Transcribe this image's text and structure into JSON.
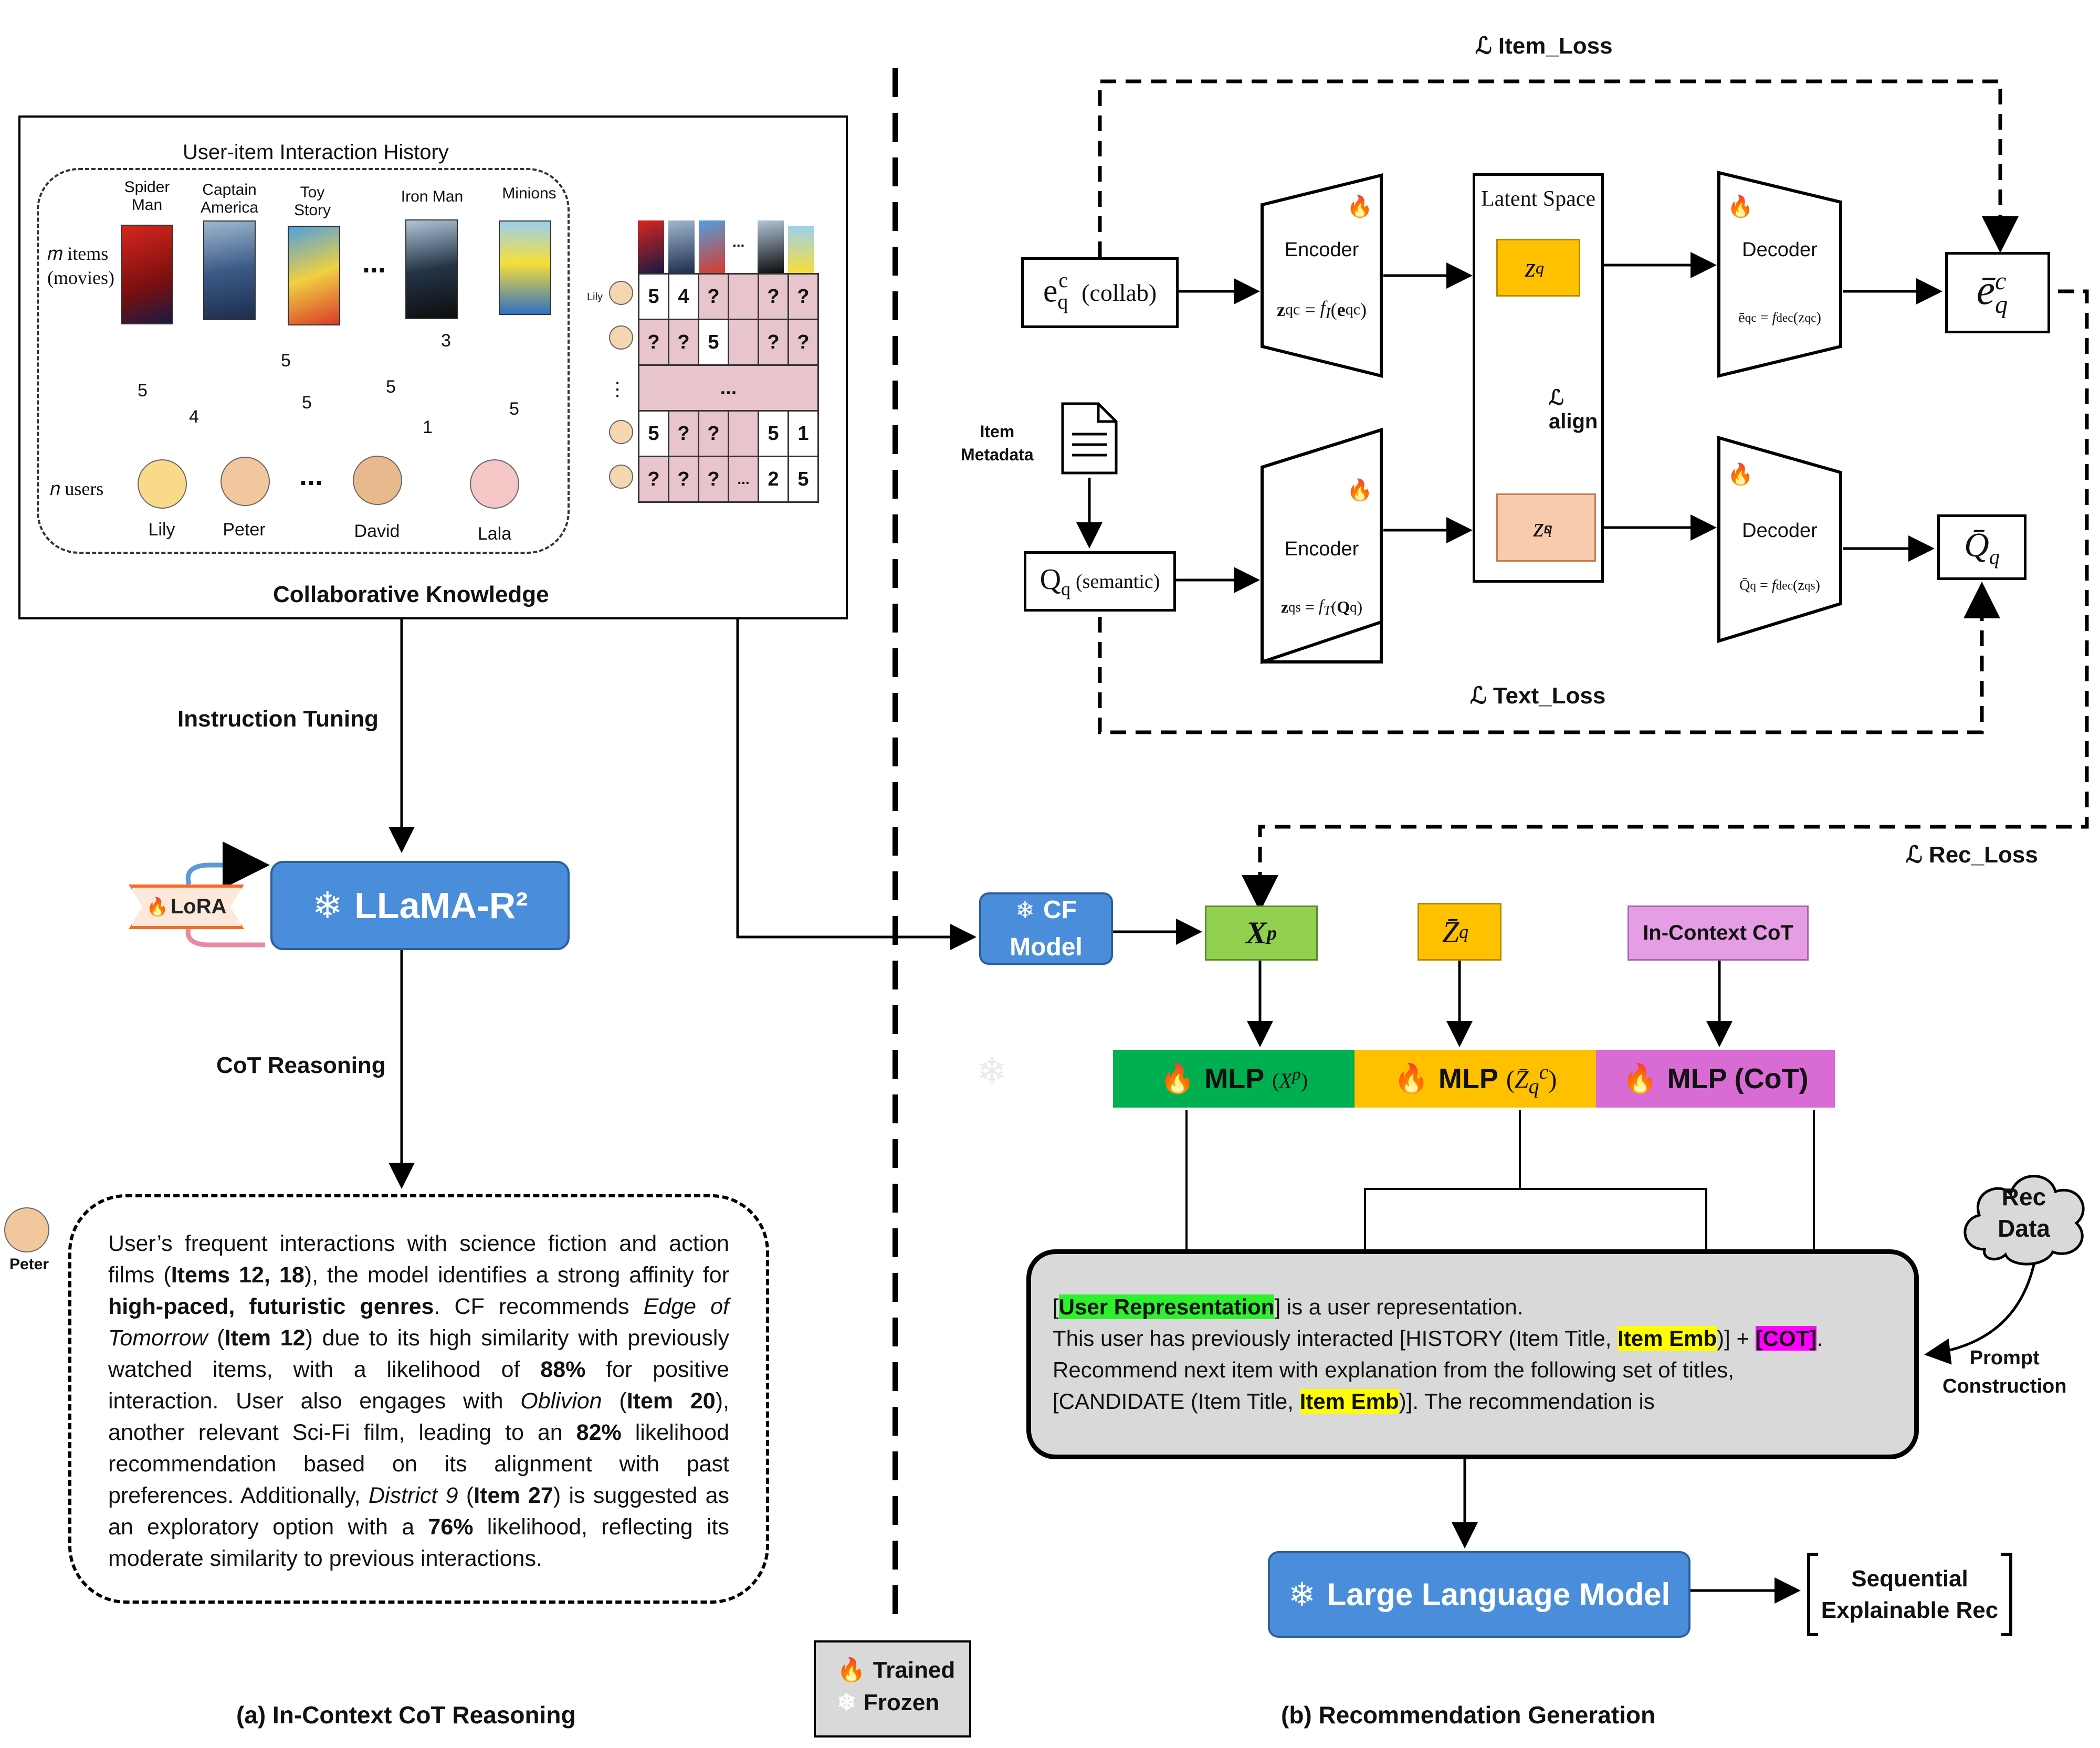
{
  "left": {
    "ui_history_title": "User-item Interaction History",
    "m_items_label": "m items (movies)",
    "m_items_line1": "𝑚 items",
    "m_items_line2": "(movies)",
    "n_users_label": "𝑛 users",
    "movies": [
      "Spider Man",
      "Captain America",
      "Toy Story",
      "Iron Man",
      "Minions"
    ],
    "movie_lines": [
      [
        "Spider",
        "Man"
      ],
      [
        "Captain",
        "America"
      ],
      [
        "Toy",
        "Story"
      ],
      [
        "Iron Man"
      ],
      [
        "Minions"
      ]
    ],
    "ellipsis": "...",
    "users": [
      "Lily",
      "Peter",
      "David",
      "Lala"
    ],
    "edge_ratings": [
      "5",
      "4",
      "5",
      "5",
      "5",
      "1",
      "3",
      "5"
    ],
    "matrix": {
      "user_labels": [
        "Lily"
      ],
      "col_ellipsis": "...",
      "row_ellipsis": "⋮",
      "rows": [
        [
          "5",
          "4",
          "?",
          "",
          "?",
          "?"
        ],
        [
          "?",
          "?",
          "5",
          "",
          "?",
          "?"
        ],
        [
          "",
          "",
          "",
          "...",
          "",
          ""
        ],
        [
          "5",
          "?",
          "?",
          "",
          "5",
          "1"
        ],
        [
          "?",
          "?",
          "?",
          "",
          "2",
          "5"
        ]
      ]
    },
    "collab_knowledge": "Collaborative Knowledge",
    "instruction_tuning": "Instruction Tuning",
    "lora": "LoRA",
    "llama": "LLaMA-R²",
    "cot_reasoning": "CoT Reasoning",
    "peter_label": "Peter",
    "cot_text": [
      {
        "t": "User’s frequent interactions with science fiction and action films (",
        "s": "n"
      },
      {
        "t": "Items 12, 18",
        "s": "b"
      },
      {
        "t": "), the model identifies a strong affinity for ",
        "s": "n"
      },
      {
        "t": "high-paced, futuristic genres",
        "s": "b"
      },
      {
        "t": ". CF recommends ",
        "s": "n"
      },
      {
        "t": "Edge of Tomorrow",
        "s": "i"
      },
      {
        "t": " (",
        "s": "n"
      },
      {
        "t": "Item 12",
        "s": "b"
      },
      {
        "t": ") due to its high similarity with previously watched items, with a likelihood of ",
        "s": "n"
      },
      {
        "t": "88%",
        "s": "b"
      },
      {
        "t": " for positive interaction. User also engages with ",
        "s": "n"
      },
      {
        "t": "Oblivion",
        "s": "i"
      },
      {
        "t": " (",
        "s": "n"
      },
      {
        "t": "Item 20",
        "s": "b"
      },
      {
        "t": "), another relevant Sci-Fi film, leading to an ",
        "s": "n"
      },
      {
        "t": "82%",
        "s": "b"
      },
      {
        "t": " likelihood recommendation based on its alignment with past preferences. Additionally, ",
        "s": "n"
      },
      {
        "t": "District 9",
        "s": "i"
      },
      {
        "t": " (",
        "s": "n"
      },
      {
        "t": "Item 27",
        "s": "b"
      },
      {
        "t": ") is suggested as an exploratory option with a ",
        "s": "n"
      },
      {
        "t": "76%",
        "s": "b"
      },
      {
        "t": " likelihood, reflecting its moderate similarity to previous interactions.",
        "s": "n"
      }
    ],
    "caption": "(a)   In-Context CoT Reasoning"
  },
  "right": {
    "item_loss": "ℒ  Item_Loss",
    "text_loss": "ℒ  Text_Loss",
    "rec_loss": "ℒ  Rec_Loss",
    "align": "ℒ align",
    "latent_space": "Latent Space",
    "encoder": "Encoder",
    "decoder": "Decoder",
    "eq_collab_suffix": "(collab)",
    "qq_semantic_suffix": "(semantic)",
    "item_metadata_line1": "Item",
    "item_metadata_line2": "Metadata",
    "item_metadata": "Item Metadata",
    "cf_model_line1": "CF",
    "cf_model_line2": "Model",
    "cf_model": "CF Model",
    "in_context_cot": "In-Context CoT",
    "mlp_xp": "MLP",
    "mlp_zq": "MLP",
    "mlp_cot": "MLP (CoT)",
    "rec_data_line1": "Rec",
    "rec_data_line2": "Data",
    "rec_data": "Rec Data",
    "prompt_construction_line1": "Prompt",
    "prompt_construction_line2": "Construction",
    "prompt_construction": "Prompt Construction",
    "prompt": {
      "p1a": "[",
      "user_rep": "User Representation",
      "p1b": "] is a user representation.",
      "p2a": "This user has previously interacted [HISTORY (Item Title, ",
      "item_emb": "Item Emb",
      "p2b": ")] + ",
      "cot": "[COT]",
      "p2c": ".",
      "p3": "Recommend next item with explanation from the following set of titles,",
      "p4a": "[CANDIDATE (Item Title, ",
      "p4b": ")]. The recommendation is"
    },
    "llm": "Large Language Model",
    "output_line1": "Sequential",
    "output_line2": "Explainable Rec",
    "output": "Sequential Explainable Rec",
    "caption": "(b)   Recommendation Generation"
  },
  "legend": {
    "trained": "Trained",
    "frozen": "Frozen"
  },
  "colors": {
    "llm_blue": "#4a8edb",
    "xp_green": "#92d050",
    "zq_orange": "#ffc000",
    "cot_pink": "#e59ee3",
    "mlp_green": "#00b050",
    "mlp_orange": "#ffc000",
    "mlp_pink": "#d96bd4",
    "zc_box": "#ffc000",
    "zs_box": "#f8cbad",
    "prompt_bg": "#d9d9d9",
    "matrix_pink": "#e8c4cd"
  }
}
